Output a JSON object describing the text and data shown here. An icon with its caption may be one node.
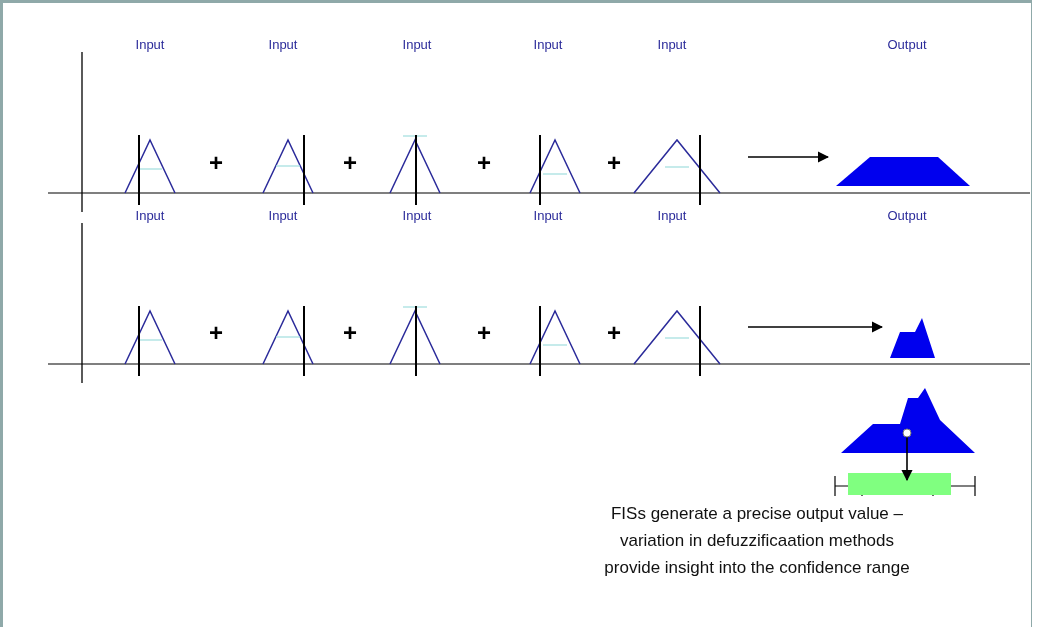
{
  "diagram": {
    "caption": "FISs generate a precise output value – variation in defuzzificaation methods provide insight into the confidence range",
    "nodes": [
      {
        "text": [],
        "shape": "trapezoid"
      },
      {
        "text": [],
        "shape": "polygon"
      },
      {
        "text": [],
        "shape": "polygon"
      },
      {
        "text": [],
        "shape": "bar"
      }
    ],
    "edges": [
      {
        "from": null,
        "to": 0,
        "arrow": "to"
      },
      {
        "from": null,
        "to": 1,
        "arrow": "to"
      },
      {
        "from": 2,
        "to": 3,
        "arrow": "to"
      }
    ],
    "labels": [
      "Input",
      "Input",
      "Input",
      "Input",
      "Input",
      "Output",
      "+",
      "+",
      "+",
      "+",
      "Input",
      "Input",
      "Input",
      "Input",
      "Input",
      "Output",
      "+",
      "+",
      "+",
      "+"
    ]
  }
}
